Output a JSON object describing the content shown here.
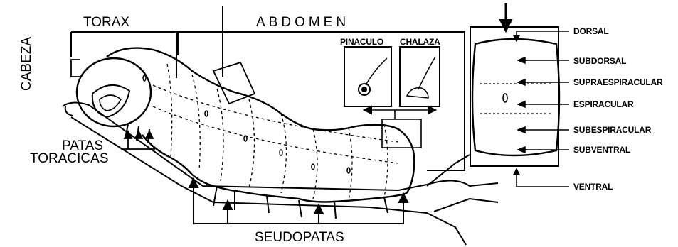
{
  "labels": {
    "torax": "TORAX",
    "abdomen": "ABDOMEN",
    "cabeza": "CABEZA",
    "patas_toracicas_1": "PATAS",
    "patas_toracicas_2": "TORACICAS",
    "seudopatas": "SEUDOPATAS",
    "pinaculo": "PINACULO",
    "chalaza": "CHALAZA"
  },
  "regions": [
    "DORSAL",
    "SUBDORSAL",
    "SUPRAESPIRACULAR",
    "ESPIRACULAR",
    "SUBESPIRACULAR",
    "SUBVENTRAL",
    "VENTRAL"
  ]
}
